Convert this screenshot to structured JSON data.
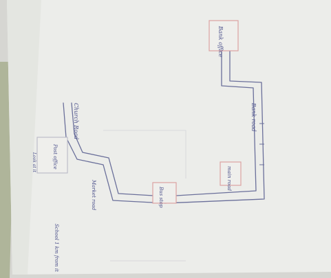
{
  "sketch": {
    "box_top_right": "Bank office",
    "box_right_mid": "main road",
    "box_center": "Bus stop",
    "box_left": "Post office",
    "road_right_label": "Bank road",
    "road_left_label": "Church Road",
    "road_bottom_label": "Market road",
    "left_side_note": "Look at it",
    "bottom_left_note": "School 1 km from it"
  },
  "colors": {
    "paper": "#ecedea",
    "pencil": "#5a5f90",
    "box_border": "#e2a3a3"
  }
}
